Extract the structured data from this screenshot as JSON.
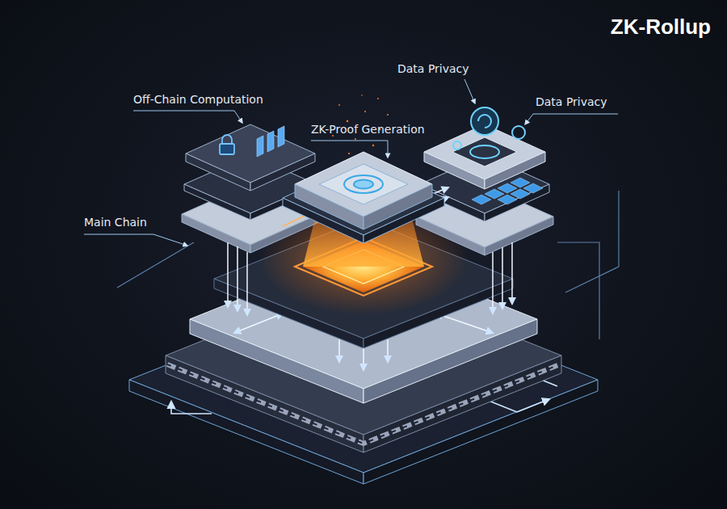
{
  "diagram": {
    "title": "ZK-Rollup",
    "labels": [
      "Data Privacy",
      "Off-Chain Computation",
      "Data Privacy",
      "ZK-Proof Generation",
      "Main Chain"
    ]
  }
}
